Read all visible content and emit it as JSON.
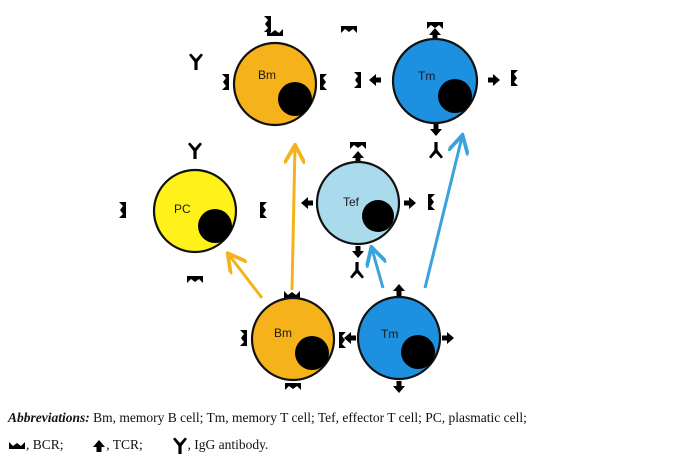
{
  "cells": {
    "bm_top": {
      "label": "Bm",
      "fill": "#F5B21B"
    },
    "tm_top": {
      "label": "Tm",
      "fill": "#1E90E0"
    },
    "pc": {
      "label": "PC",
      "fill": "#FFF21A"
    },
    "tef": {
      "label": "Tef",
      "fill": "#A9DBEC"
    },
    "bm_bottom": {
      "label": "Bm",
      "fill": "#F5B21B"
    },
    "tm_bottom": {
      "label": "Tm",
      "fill": "#1E90E0"
    }
  },
  "colors": {
    "b_arrow": "#F5B21B",
    "t_arrow": "#3BA3DC",
    "nucleus": "#000000",
    "outline": "#111111"
  },
  "caption": {
    "abbr_title": "Abbreviations:",
    "abbr_text": " Bm, memory B cell; Tm, memory T cell; Tef, effector T cell; PC, plasmatic cell;",
    "bcr_text": ", BCR;",
    "tcr_text": ", TCR;",
    "igg_text": ", IgG antibody."
  },
  "icons": [
    "bcr-icon",
    "tcr-icon",
    "igg-antibody-icon"
  ]
}
